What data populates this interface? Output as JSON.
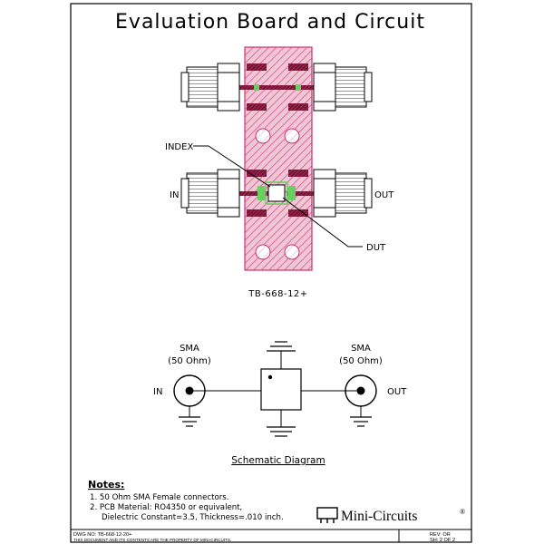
{
  "title": "Evaluation Board and Circuit",
  "board": {
    "labels": {
      "index": "INDEX",
      "dut": "DUT",
      "in": "IN",
      "out": "OUT"
    },
    "part_number": "TB-668-12+",
    "colors": {
      "board": "#f0c8d4",
      "hatch": "#e0509a",
      "pad": "#7a1535",
      "green": "#68d060",
      "connector": "#ffffff"
    }
  },
  "schematic": {
    "left_connector": {
      "line1": "SMA",
      "line2": "(50 Ohm)"
    },
    "right_connector": {
      "line1": "SMA",
      "line2": "(50 Ohm)"
    },
    "in_label": "IN",
    "out_label": "OUT",
    "caption": "Schematic Diagram"
  },
  "notes": {
    "heading": "Notes:",
    "items": [
      "1. 50 Ohm SMA Female connectors.",
      "2. PCB Material: RO4350 or equivalent,",
      "Dielectric Constant=3.5, Thickness=.010 inch."
    ]
  },
  "brand": {
    "name": "Mini-Circuits",
    "mark": "®"
  },
  "footer": {
    "dwg_no": "DWG NO: TB-668-12-20+",
    "property": "THIS DOCUMENT AND ITS CONTENTS ARE THE PROPERTY OF MINI-CIRCUITS.",
    "rev": "REV: OR",
    "sheet": "SH: 2 OF 2"
  }
}
